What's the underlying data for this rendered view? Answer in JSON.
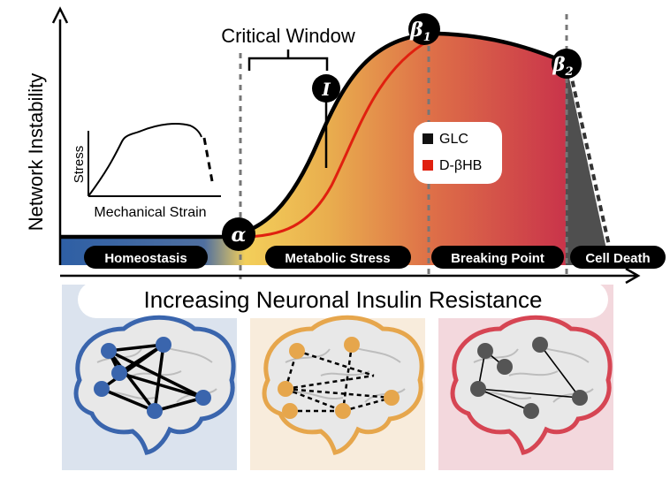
{
  "axes": {
    "y_label": "Network Instability"
  },
  "annotations": {
    "critical_window": "Critical Window",
    "inset_x_label": "Mechanical Strain",
    "inset_y_label": "Stress",
    "bottom_banner": "Increasing Neuronal Insulin Resistance"
  },
  "markers": {
    "alpha": "α",
    "beta1_main": "β",
    "beta1_sub": "1",
    "beta2_main": "β",
    "beta2_sub": "2",
    "inflection": "I"
  },
  "stages": [
    {
      "label": "Homeostasis"
    },
    {
      "label": "Metabolic Stress"
    },
    {
      "label": "Breaking Point"
    },
    {
      "label": "Cell Death"
    }
  ],
  "legend": [
    {
      "label": "GLC",
      "color": "#111111"
    },
    {
      "label": "D-βHB",
      "color": "#e0200f"
    }
  ],
  "colors": {
    "homeostasis": "#3b66a8",
    "metabolic": "#f2c64a",
    "breaking": "#c9304a",
    "death": "#4a4a4a",
    "brain_blue": "#3a65ad",
    "brain_orange": "#e6a64c",
    "brain_red": "#d64553",
    "panel_blue": "#dbe3ee",
    "panel_orange": "#f8ecdc",
    "panel_red": "#f3d8dd"
  },
  "brain_panels": [
    {
      "state": "homeostasis",
      "icon": "brain-network-icon",
      "edges": "solid-dense"
    },
    {
      "state": "metabolic-stress",
      "icon": "brain-network-icon",
      "edges": "dashed"
    },
    {
      "state": "breaking-point",
      "icon": "brain-network-icon",
      "edges": "thin-sparse"
    }
  ]
}
